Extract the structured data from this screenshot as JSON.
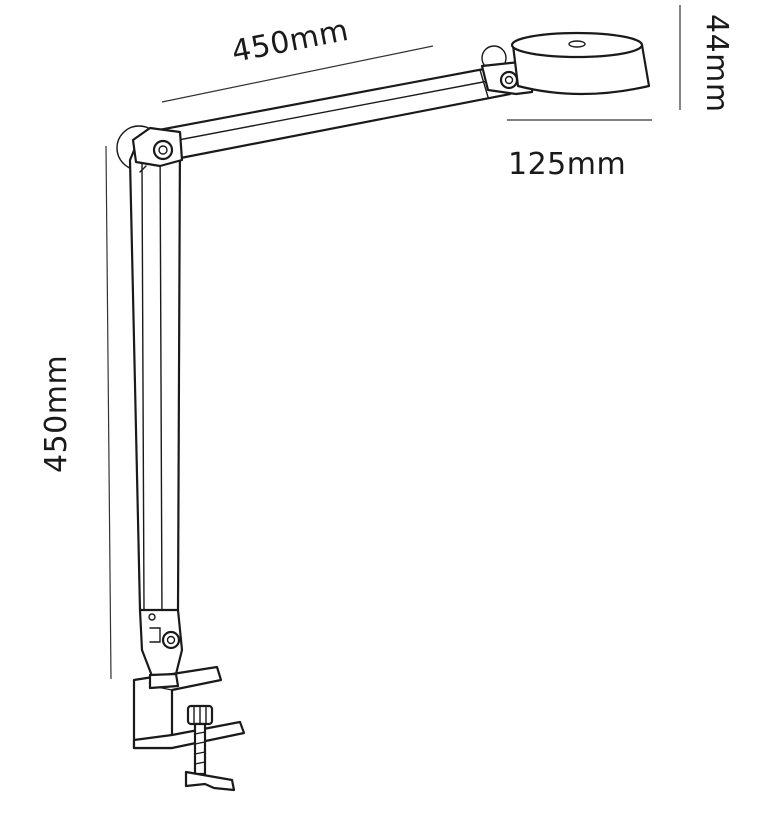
{
  "dimensions": {
    "upper_arm_length": "450mm",
    "head_height": "44mm",
    "head_diameter": "125mm",
    "lower_arm_length": "450mm"
  }
}
